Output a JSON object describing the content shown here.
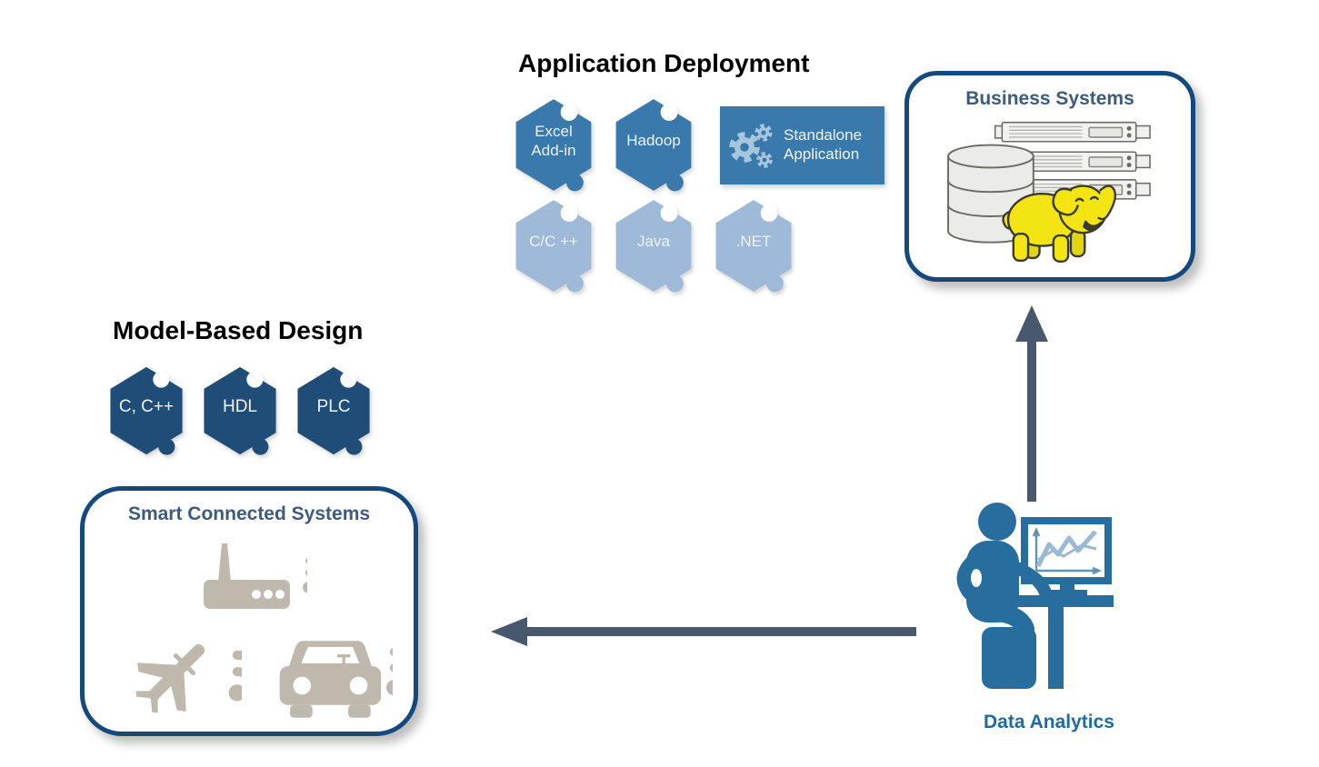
{
  "application_deployment": {
    "title": "Application Deployment",
    "row1": [
      {
        "label": "Excel\nAdd-in",
        "shape": "puzzle-piece"
      },
      {
        "label": "Hadoop",
        "shape": "puzzle-piece"
      },
      {
        "label": "Standalone\nApplication",
        "shape": "rectangle",
        "icon": "gears-icon"
      }
    ],
    "row2": [
      {
        "label": "C/C ++",
        "shape": "puzzle-piece"
      },
      {
        "label": "Java",
        "shape": "puzzle-piece"
      },
      {
        "label": ".NET",
        "shape": "puzzle-piece"
      }
    ]
  },
  "model_based_design": {
    "title": "Model-Based Design",
    "pieces": [
      {
        "label": "C, C++",
        "shape": "puzzle-piece"
      },
      {
        "label": "HDL",
        "shape": "puzzle-piece"
      },
      {
        "label": "PLC",
        "shape": "puzzle-piece"
      }
    ]
  },
  "business_systems": {
    "title": "Business Systems",
    "icons": [
      "server-rack-icon",
      "database-stack-icon",
      "hadoop-elephant-icon"
    ]
  },
  "smart_connected_systems": {
    "title": "Smart Connected Systems",
    "icons": [
      "wireless-router-icon",
      "airplane-icon",
      "car-icon",
      "wifi-signal-icon"
    ]
  },
  "data_analytics": {
    "label": "Data Analytics",
    "icon": "analyst-at-workstation-icon"
  },
  "arrows": [
    {
      "from": "data-analytics",
      "to": "business-systems",
      "direction": "up"
    },
    {
      "from": "data-analytics",
      "to": "smart-connected-systems",
      "direction": "left"
    }
  ],
  "colors": {
    "puzzle_medium_blue": "#3a79ab",
    "puzzle_light_blue": "#9fbad8",
    "puzzle_dark_blue": "#1f4d78",
    "box_border_blue": "#15497e",
    "box_title_blue": "#3d5b7e",
    "arrow_slate": "#48586e",
    "analytics_blue": "#276d9e",
    "analytics_label_blue": "#1d6ba3",
    "device_gray": "#beb8ad",
    "hadoop_yellow": "#f2e513"
  }
}
